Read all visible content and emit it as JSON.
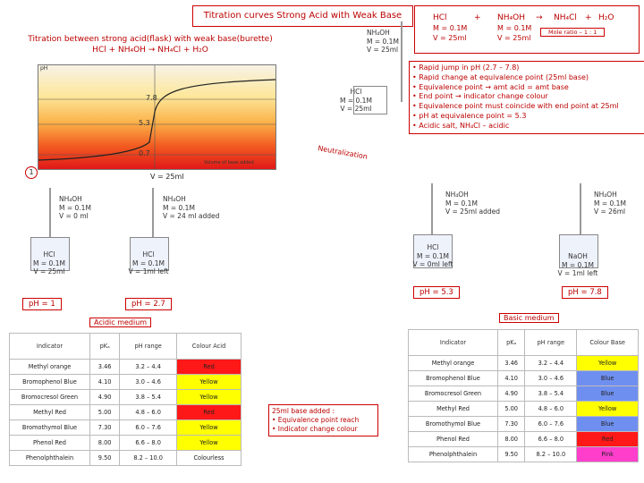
{
  "title": "Titration curves Strong Acid with Weak Base",
  "subtitle_line1": "Titration between strong acid(flask) with weak base(burette)",
  "subtitle_line2": "HCl + NH₄OH → NH₄Cl + H₂O",
  "equation": {
    "hcl": "HCl",
    "plus1": "+",
    "nh4oh": "NH₄OH",
    "arrow": "→",
    "nh4cl": "NH₄Cl",
    "plus2": "+",
    "h2o": "H₂O",
    "hcl_m": "M = 0.1M",
    "hcl_v": "V = 25ml",
    "nh4oh_m": "M = 0.1M",
    "nh4oh_v": "V = 25ml",
    "mole_ratio": "Mole ratio – 1 : 1"
  },
  "top_burette": {
    "line1": "NH₄OH",
    "line2": "M = 0.1M",
    "line3": "V = 25ml"
  },
  "top_flask": {
    "line1": "HCl",
    "line2": "M = 0.1M",
    "line3": "V = 25ml"
  },
  "graph": {
    "ph_78": "7.8",
    "ph_53": "5.3",
    "ph_07": "0.7",
    "neutralization": "Neutralization",
    "volume": "V = 25ml",
    "marker": "1",
    "axis_hint": "Volume of base added"
  },
  "bullets": [
    "• Rapid jump in pH (2.7 – 7.8)",
    "• Rapid change at equivalence point (25ml base)",
    "• Equivalence point → amt acid = amt base",
    "• End point → indicator change colour",
    "• Equivalence point must coincide with end point at 25ml",
    "• pH at equivalence point = 5.3",
    "• Acidic salt, NH₄Cl – acidic"
  ],
  "stages": [
    {
      "burette": [
        "NH₄OH",
        "M = 0.1M",
        "V = 0 ml"
      ],
      "flask": [
        "HCl",
        "M = 0.1M",
        "V = 25ml"
      ]
    },
    {
      "burette": [
        "NH₄OH",
        "M = 0.1M",
        "V = 24 ml added"
      ],
      "flask": [
        "HCl",
        "M = 0.1M",
        "V = 1ml left"
      ]
    },
    {
      "burette": [
        "NH₄OH",
        "M = 0.1M",
        "V = 25ml added"
      ],
      "flask": [
        "HCl",
        "M = 0.1M",
        "V = 0ml left"
      ]
    },
    {
      "burette": [
        "NH₄OH",
        "M = 0.1M",
        "V = 26ml"
      ],
      "flask": [
        "NaOH",
        "M = 0.1M",
        "V = 1ml left"
      ]
    }
  ],
  "ph_values": {
    "ph1": "pH = 1",
    "ph27": "pH = 2.7",
    "ph53": "pH = 5.3",
    "ph78": "pH = 7.8"
  },
  "acidic_medium": "Acidic medium",
  "basic_medium": "Basic medium",
  "table_headers": [
    "Indicator",
    "pKₐ",
    "pH range",
    "Colour Acid"
  ],
  "table_headers_right": [
    "Indicator",
    "pKₐ",
    "pH range",
    "Colour Base"
  ],
  "indicators": [
    {
      "name": "Methyl orange",
      "pka": "3.46",
      "range": "3.2 – 4.4",
      "acid": "Red",
      "base": "Yellow"
    },
    {
      "name": "Bromophenol Blue",
      "pka": "4.10",
      "range": "3.0 – 4.6",
      "acid": "Yellow",
      "base": "Blue"
    },
    {
      "name": "Bromocresol Green",
      "pka": "4.90",
      "range": "3.8 – 5.4",
      "acid": "Yellow",
      "base": "Blue"
    },
    {
      "name": "Methyl Red",
      "pka": "5.00",
      "range": "4.8 – 6.0",
      "acid": "Red",
      "base": "Yellow"
    },
    {
      "name": "Bromothymol Blue",
      "pka": "7.30",
      "range": "6.0 – 7.6",
      "acid": "Yellow",
      "base": "Blue"
    },
    {
      "name": "Phenol Red",
      "pka": "8.00",
      "range": "6.6 – 8.0",
      "acid": "Yellow",
      "base": "Red"
    },
    {
      "name": "Phenolphthalein",
      "pka": "9.50",
      "range": "8.2 – 10.0",
      "acid": "Colourless",
      "base": "Pink"
    }
  ],
  "middle_note": {
    "line1": "25ml base added :",
    "line2": "• Equivalence point reach",
    "line3": "• Indicator change colour"
  }
}
